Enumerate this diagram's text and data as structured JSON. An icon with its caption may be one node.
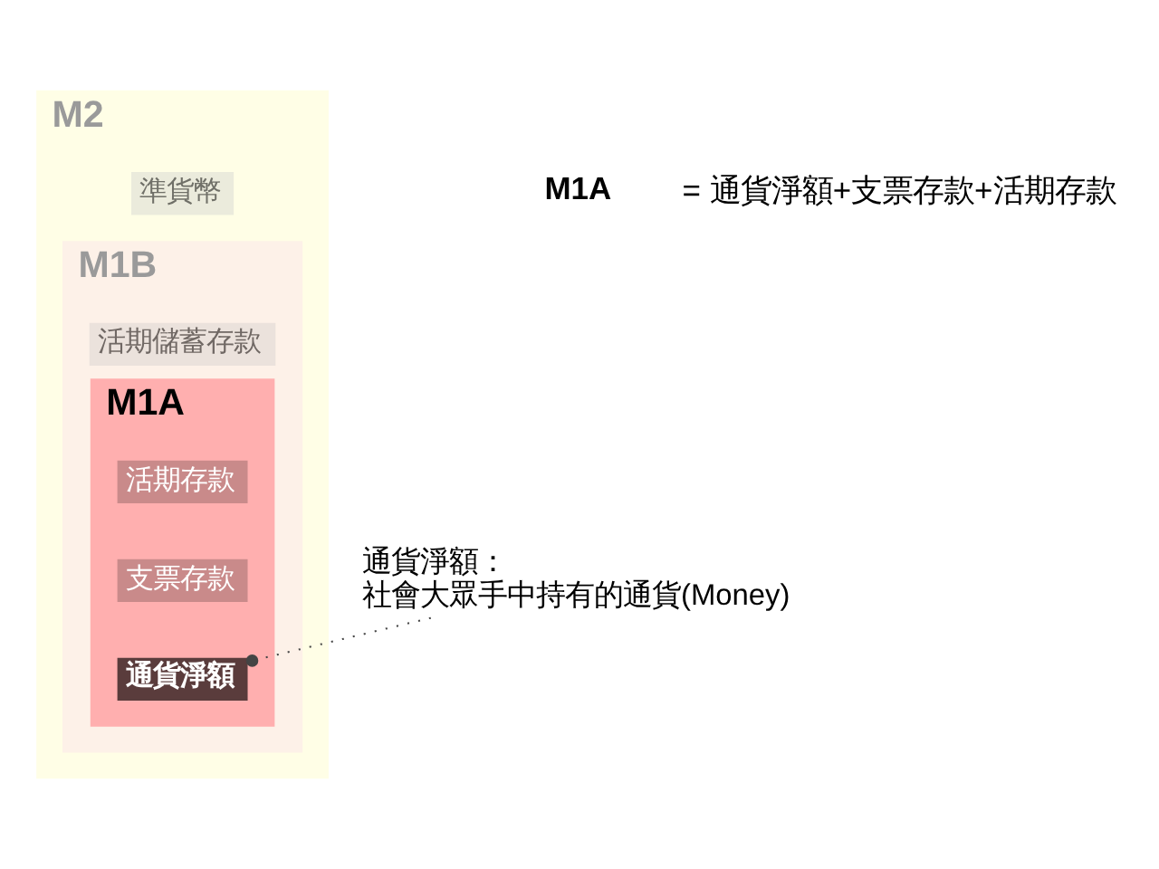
{
  "diagram": {
    "nodes": [
      {
        "text": [
          "M2"
        ]
      },
      {
        "text": [
          "準貨幣"
        ],
        "in": 0
      },
      {
        "text": [
          "M1B"
        ],
        "in": 0
      },
      {
        "text": [
          "活期儲蓄存款"
        ],
        "in": 2
      },
      {
        "text": [
          "M1A"
        ],
        "in": 2
      },
      {
        "text": [
          "活期存款"
        ],
        "in": 4
      },
      {
        "text": [
          "支票存款"
        ],
        "in": 4
      },
      {
        "text": [
          "通貨淨額"
        ],
        "in": 4
      },
      {
        "text": [
          "通貨淨額：",
          "社會大眾手中持有的通貨(Money)"
        ]
      }
    ],
    "edges": [
      {
        "from": 8,
        "to": 7,
        "arrow": "other",
        "style": "dashed"
      }
    ],
    "labels": [
      "M1A",
      "= 通貨淨額+支票存款+活期存款"
    ]
  }
}
